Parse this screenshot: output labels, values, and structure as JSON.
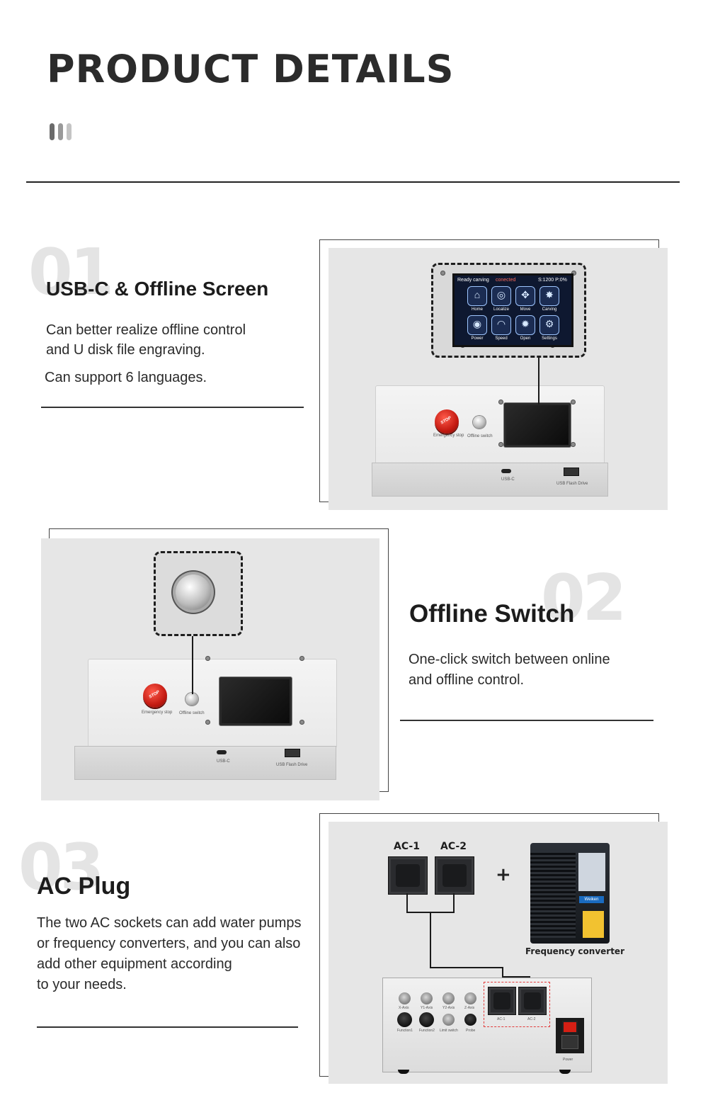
{
  "header": {
    "title": "PRODUCT DETAILS",
    "bar_colors": [
      "#6b6b6b",
      "#9a9a9a",
      "#c4c4c4"
    ]
  },
  "sections": [
    {
      "number": "01",
      "heading": "USB-C & Offline Screen",
      "lines": [
        "Can better realize offline control",
        "and U disk file engraving.",
        "Can support 6 languages."
      ]
    },
    {
      "number": "02",
      "heading": "Offline Switch",
      "lines": [
        "One-click switch between online",
        "and offline control."
      ]
    },
    {
      "number": "03",
      "heading": "AC Plug",
      "lines": [
        "The two AC sockets can add water pumps",
        "or frequency converters, and you can also",
        "add other equipment according",
        "to your needs."
      ]
    }
  ],
  "machine_labels": {
    "emergency_stop": "Emergency stop",
    "offline_switch": "Offline switch",
    "usb_c": "USB-C",
    "usb_flash": "USB Flash Drive",
    "estop_text": "STOP"
  },
  "touch_screen": {
    "status_left": "Ready carving",
    "status_mid": "conected",
    "status_right": "S:1200 P:0%",
    "buttons": [
      {
        "label": "Home",
        "icon": "home-icon",
        "glyph": "⌂"
      },
      {
        "label": "Localize",
        "icon": "target-icon",
        "glyph": "◎"
      },
      {
        "label": "Move",
        "icon": "move-icon",
        "glyph": "✥"
      },
      {
        "label": "Carving",
        "icon": "laser-icon",
        "glyph": "✸"
      },
      {
        "label": "Power",
        "icon": "power-icon",
        "glyph": "◉"
      },
      {
        "label": "Speed",
        "icon": "speed-icon",
        "glyph": "◠"
      },
      {
        "label": "Open",
        "icon": "gear-icon",
        "glyph": "✹"
      },
      {
        "label": "Settings",
        "icon": "settings-icon",
        "glyph": "⚙"
      }
    ]
  },
  "ac_panel": {
    "socket_labels": [
      "AC-1",
      "AC-2"
    ],
    "plus": "+",
    "converter_label": "Frequency converter",
    "converter_brand": "Weiken",
    "axis_labels": [
      "X-Axis",
      "Y1-Axis",
      "Y2-Axis",
      "Z-Axis"
    ],
    "function_labels": [
      "Function1",
      "Function2",
      "Limit switch",
      "Probe"
    ],
    "small_socket_labels": [
      "AC-1",
      "AC-2"
    ],
    "power_label": "Power"
  },
  "colors": {
    "title": "#2b2b2b",
    "big_number": "#e4e4e4",
    "panel_bg": "#e6e6e6",
    "estop_red": "#c41b12",
    "red_dashed": "#e23a3a"
  }
}
